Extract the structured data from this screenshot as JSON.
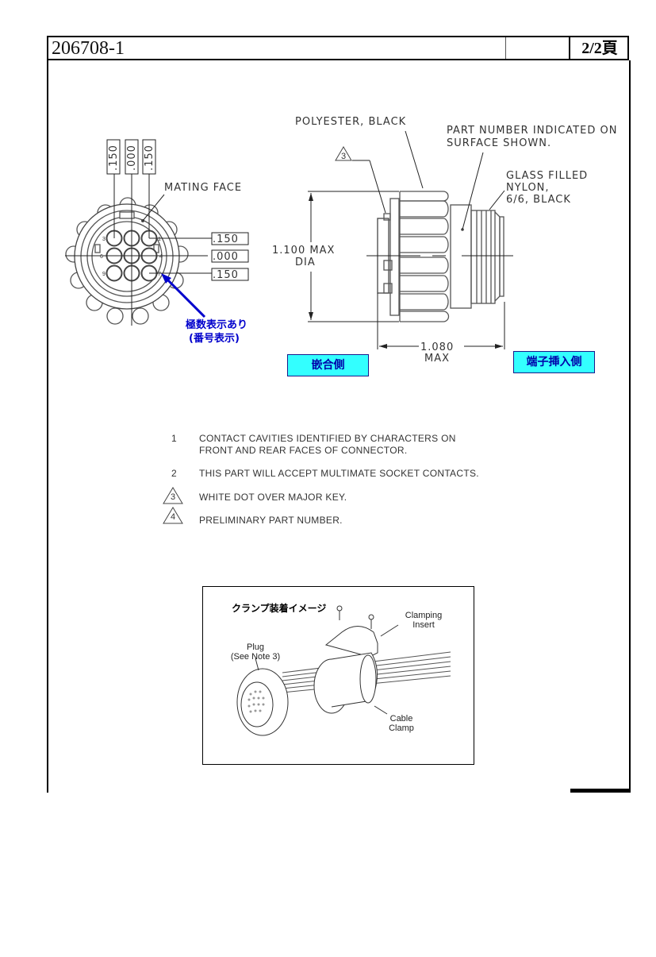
{
  "header": {
    "part_number": "206708-1",
    "page": "2/2頁"
  },
  "mating_face": {
    "label": "MATING FACE",
    "top_dims": [
      ".150",
      ".000",
      ".150"
    ],
    "right_dims": [
      ".150",
      ".000",
      ".150"
    ],
    "pin_numbers": [
      "3",
      "1",
      "6",
      "4",
      "9",
      "7"
    ],
    "annotation_line1": "極数表示あり",
    "annotation_line2": "(番号表示)",
    "annotation_color": "#0000cc"
  },
  "side_view": {
    "material_body": "POLYESTER, BLACK",
    "part_number_note_1": "PART NUMBER INDICATED ON",
    "part_number_note_2": "SURFACE SHOWN.",
    "material_rear_1": "GLASS FILLED",
    "material_rear_2": "NYLON,",
    "material_rear_3": "6/6, BLACK",
    "callout_note": "3",
    "dia_dim_1": "1.100 MAX",
    "dia_dim_2": "DIA",
    "length_dim_1": "1.080",
    "length_dim_2": "MAX"
  },
  "side_labels": {
    "mating_side": "嵌合側",
    "terminal_side": "端子挿入側",
    "bg_color": "#33ffff",
    "text_color": "#0000aa"
  },
  "notes": [
    {
      "num": "1",
      "flag": false,
      "line1": "CONTACT CAVITIES IDENTIFIED BY CHARACTERS ON",
      "line2": "FRONT AND REAR FACES OF CONNECTOR."
    },
    {
      "num": "2",
      "flag": false,
      "line1": "THIS PART WILL ACCEPT MULTIMATE SOCKET CONTACTS.",
      "line2": ""
    },
    {
      "num": "3",
      "flag": true,
      "line1": "WHITE DOT OVER MAJOR KEY.",
      "line2": ""
    },
    {
      "num": "4",
      "flag": true,
      "line1": "PRELIMINARY PART NUMBER.",
      "line2": ""
    }
  ],
  "clamp_image": {
    "title": "クランプ装着イメージ",
    "clamping_insert_1": "Clamping",
    "clamping_insert_2": "Insert",
    "plug_1": "Plug",
    "plug_2": "(See Note 3)",
    "cable_clamp_1": "Cable",
    "cable_clamp_2": "Clamp"
  }
}
